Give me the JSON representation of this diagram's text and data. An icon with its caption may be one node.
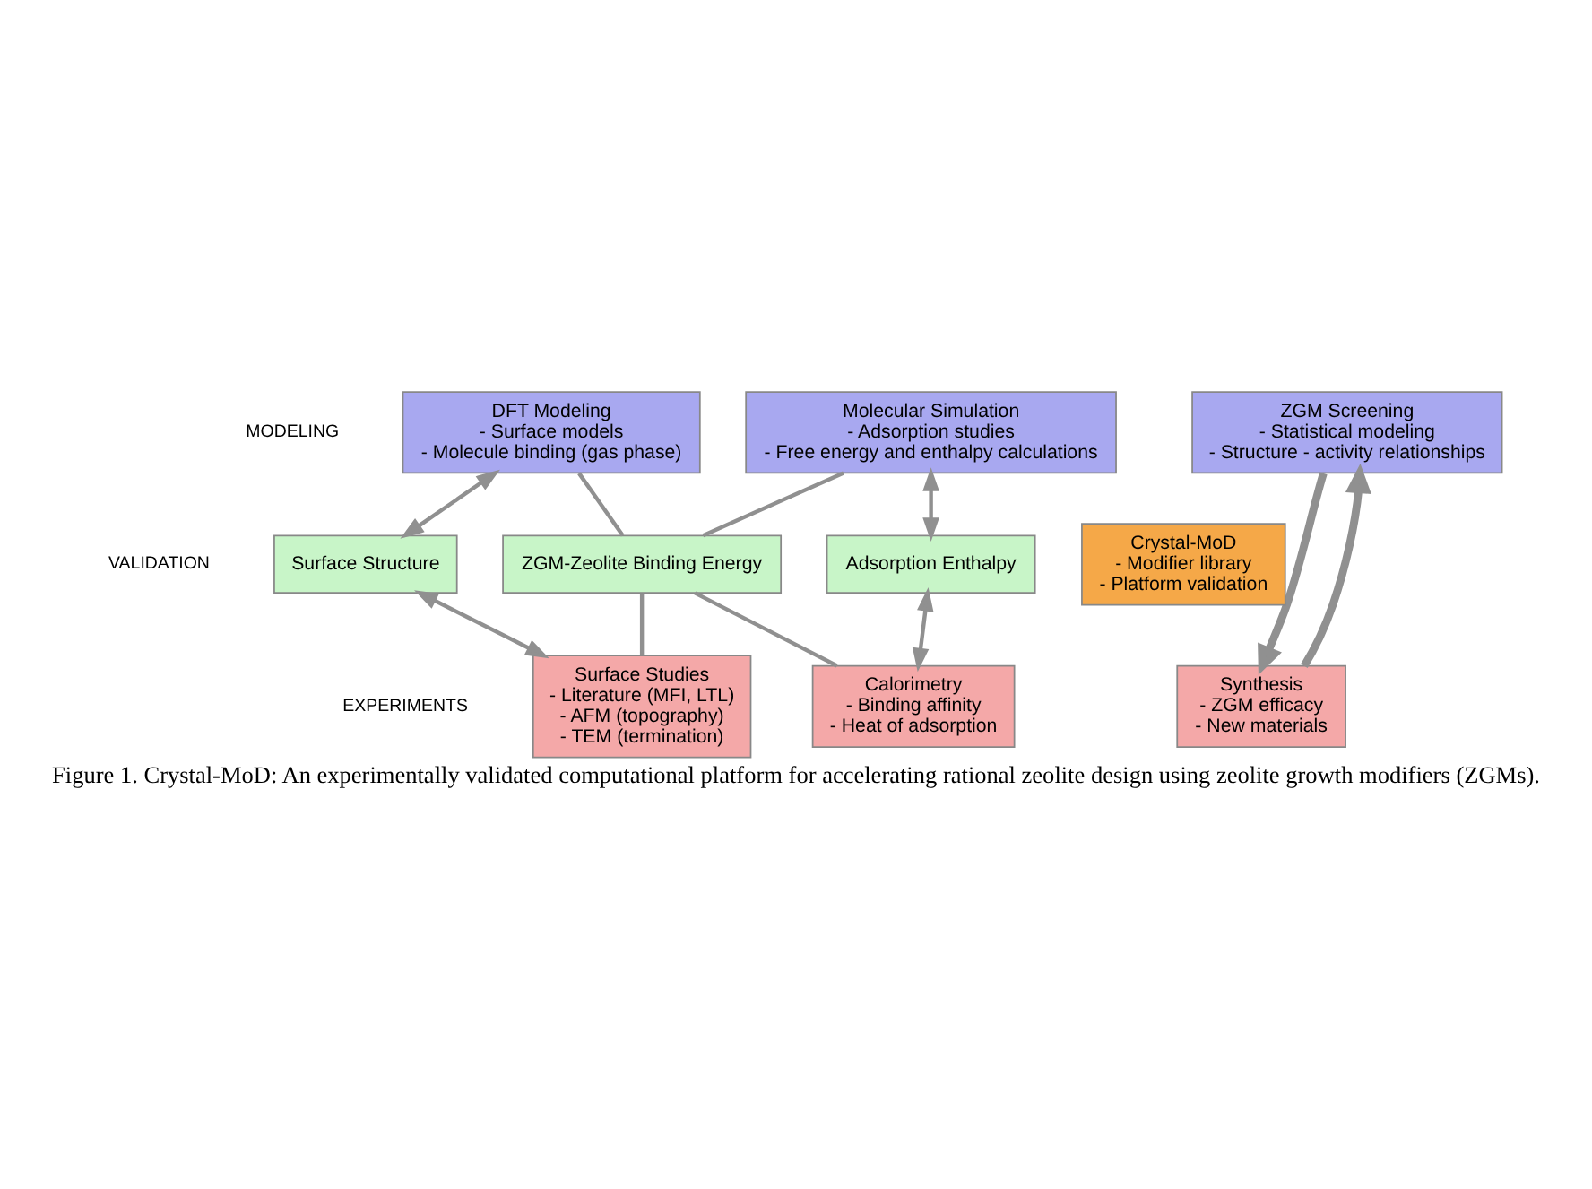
{
  "diagram": {
    "caption": "Figure 1. Crystal-MoD: An experimentally validated computational platform for accelerating rational zeolite design using zeolite growth modifiers (ZGMs).",
    "nodes": [
      {
        "text": [
          "DFT Modeling",
          "- Surface models",
          "- Molecule binding (gas phase)"
        ]
      },
      {
        "text": [
          "Molecular Simulation",
          "- Adsorption studies",
          "- Free energy and enthalpy calculations"
        ]
      },
      {
        "text": [
          "ZGM Screening",
          "- Statistical modeling",
          "- Structure - activity relationships"
        ]
      },
      {
        "text": [
          "ZGM-Zeolite Binding Energy"
        ]
      },
      {
        "text": [
          "Surface Structure"
        ]
      },
      {
        "text": [
          "Adsorption Enthalpy"
        ]
      },
      {
        "text": [
          "Crystal-MoD",
          "- Modifier library",
          "- Platform validation"
        ]
      },
      {
        "text": [
          "Surface Studies",
          "- Literature (MFI, LTL)",
          "- AFM (topography)",
          "- TEM (termination)"
        ]
      },
      {
        "text": [
          "Calorimetry",
          "- Binding affinity",
          "- Heat of adsorption"
        ]
      },
      {
        "text": [
          "Synthesis",
          "- ZGM efficacy",
          "- New materials"
        ]
      }
    ],
    "edges": [
      {
        "from": 0,
        "to": 3,
        "arrow": "none"
      },
      {
        "from": 1,
        "to": 3,
        "arrow": "none"
      },
      {
        "from": 0,
        "to": 4,
        "arrow": "both"
      },
      {
        "from": 1,
        "to": 5,
        "arrow": "both"
      },
      {
        "from": 3,
        "to": 7,
        "arrow": "none"
      },
      {
        "from": 3,
        "to": 8,
        "arrow": "none"
      },
      {
        "from": 4,
        "to": 7,
        "arrow": "both"
      },
      {
        "from": 5,
        "to": 8,
        "arrow": "both"
      },
      {
        "from": 2,
        "to": 9,
        "arrow": "to",
        "style": "thick"
      },
      {
        "from": 9,
        "to": 2,
        "arrow": "to",
        "style": "thick"
      }
    ],
    "labels": [
      "MODELING",
      "VALIDATION",
      "EXPERIMENTS"
    ]
  }
}
